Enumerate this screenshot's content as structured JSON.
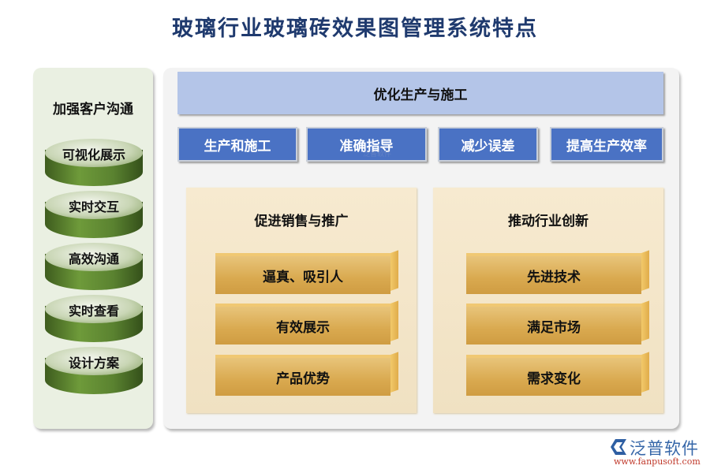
{
  "title": "玻璃行业玻璃砖效果图管理系统特点",
  "left_panel": {
    "heading": "加强客户沟通",
    "items": [
      "可视化展示",
      "实时交互",
      "高效沟通",
      "实时查看",
      "设计方案"
    ]
  },
  "main_panel": {
    "banner": "优化生产与施工",
    "chips": [
      "生产和施工",
      "准确指导",
      "减少误差",
      "提高生产效率"
    ],
    "cards": [
      {
        "heading": "促进销售与推广",
        "items": [
          "逼真、吸引人",
          "有效展示",
          "产品优势"
        ]
      },
      {
        "heading": "推动行业创新",
        "items": [
          "先进技术",
          "满足市场",
          "需求变化"
        ]
      }
    ]
  },
  "logo": {
    "name": "泛普软件",
    "url": "www.fanpusoft.com",
    "watermark": "泛普软件"
  },
  "colors": {
    "title": "#1f3a6e",
    "chip": "#4a72c4",
    "banner": "#b4c5e8",
    "disc": "#5a8230",
    "bar": "#d9a94f",
    "card": "#f3e6ca"
  }
}
